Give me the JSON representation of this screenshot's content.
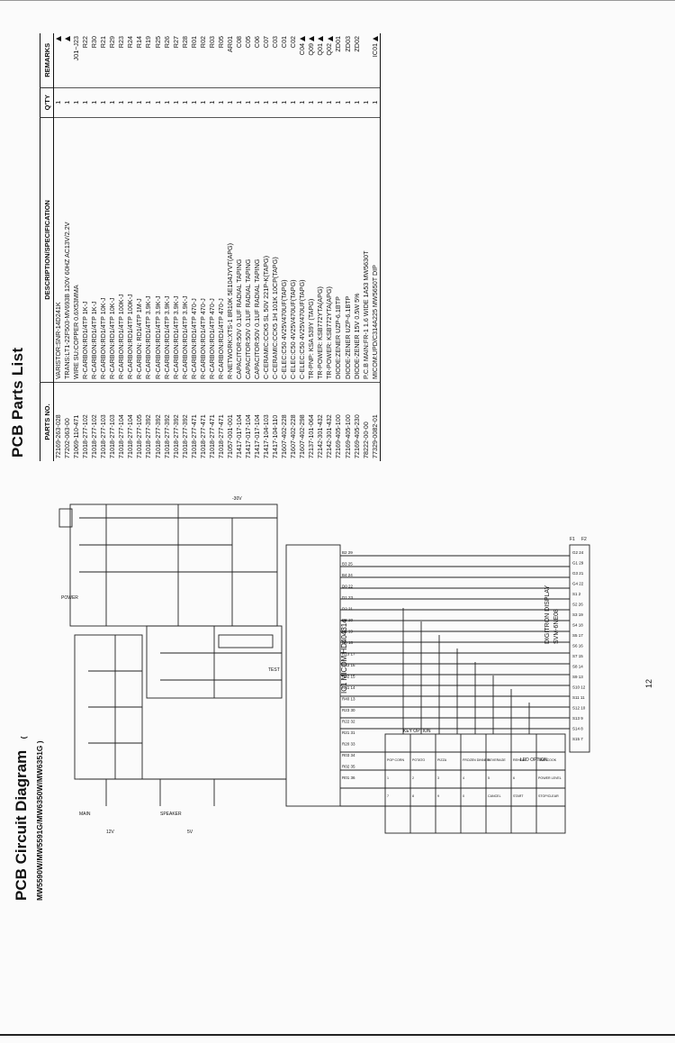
{
  "parts_list": {
    "title": "PCB Parts List",
    "headers": [
      "PARTS NO.",
      "DESCRIPTION/SPECIFICATION",
      "Q'TY",
      "REMARKS"
    ],
    "rows": [
      {
        "no": "72169-263-028",
        "desc": "VARISTOR:SNR-14D241K",
        "qty": "1",
        "rem": "",
        "mark": true
      },
      {
        "no": "77202-063-00",
        "desc": "TRANS:LT1-22F503-MV693B 120V 60HZ AC13V/2.2V",
        "qty": "1",
        "rem": "",
        "mark": true
      },
      {
        "no": "71069-110-471",
        "desc": "WIRE SU:COPPER 0.6X53MMA",
        "qty": "1",
        "rem": "J01~J23",
        "mark": false
      },
      {
        "no": "71018-277-102",
        "desc": "R-CARBON:RD1/4TP 1K-J",
        "qty": "1",
        "rem": "R22",
        "mark": false
      },
      {
        "no": "71018-277-102",
        "desc": "R-CARBON:RD1/4TP 1K-J",
        "qty": "1",
        "rem": "R30",
        "mark": false
      },
      {
        "no": "71018-277-103",
        "desc": "R-CARBON:RD1/4TP 10K-J",
        "qty": "1",
        "rem": "R21",
        "mark": false
      },
      {
        "no": "71018-277-103",
        "desc": "R-CARBON:RD1/4TP 10K-J",
        "qty": "1",
        "rem": "R29",
        "mark": false
      },
      {
        "no": "71018-277-104",
        "desc": "R-CARBON:RD1/4TP 100K-J",
        "qty": "1",
        "rem": "R23",
        "mark": false
      },
      {
        "no": "71018-277-104",
        "desc": "R-CARBON:RD1/4TP 100K-J",
        "qty": "1",
        "rem": "R24",
        "mark": false
      },
      {
        "no": "71018-277-105",
        "desc": "R-CARBON: RD1/4TP 1M-J",
        "qty": "1",
        "rem": "R14",
        "mark": false
      },
      {
        "no": "71018-277-392",
        "desc": "R-CARBON:RD1/4TP 3.9K-J",
        "qty": "1",
        "rem": "R19",
        "mark": false
      },
      {
        "no": "71018-277-392",
        "desc": "R-CARBON:RD1/4TP 3.9K-J",
        "qty": "1",
        "rem": "R25",
        "mark": false
      },
      {
        "no": "71018-277-392",
        "desc": "R-CARBON:RD1/4TP 3.9K-J",
        "qty": "1",
        "rem": "R26",
        "mark": false
      },
      {
        "no": "71018-277-392",
        "desc": "R-CARBON:RD1/4TP 3.9K-J",
        "qty": "1",
        "rem": "R27",
        "mark": false
      },
      {
        "no": "71018-277-392",
        "desc": "R-CARBON:RD1/4TP 3.9K-J",
        "qty": "1",
        "rem": "R28",
        "mark": false
      },
      {
        "no": "71018-277-471",
        "desc": "R-CARBON:RD1/4TP 470-J",
        "qty": "1",
        "rem": "R01",
        "mark": false
      },
      {
        "no": "71018-277-471",
        "desc": "R-CARBON:RD1/4TP 470-J",
        "qty": "1",
        "rem": "R02",
        "mark": false
      },
      {
        "no": "71018-277-471",
        "desc": "R-CARBON:RD1/4TP 470-J",
        "qty": "1",
        "rem": "R03",
        "mark": false
      },
      {
        "no": "71018-277-471",
        "desc": "R-CARBON:RD1/4TP 470-J",
        "qty": "1",
        "rem": "R05",
        "mark": false
      },
      {
        "no": "71057-001-001",
        "desc": "R-NETWORK:XTS-1 8R10K 5E104JYVT(APG)",
        "qty": "1",
        "rem": "AR01",
        "mark": false
      },
      {
        "no": "71417-017-104",
        "desc": "CAPACITOR:50V 0.1UF RADIAL TAPING",
        "qty": "1",
        "rem": "C08",
        "mark": false
      },
      {
        "no": "71417-017-104",
        "desc": "CAPACITOR:50V 0.1UF RADIAL TAPING",
        "qty": "1",
        "rem": "C05",
        "mark": false
      },
      {
        "no": "71417-017-104",
        "desc": "CAPACITOR:50V 0.1UF RADIAL TAPING",
        "qty": "1",
        "rem": "C06",
        "mark": false
      },
      {
        "no": "71417-104-103",
        "desc": "C-CERAMIC:CCK5 SL 50V 221P-K(TAPG)",
        "qty": "1",
        "rem": "C07",
        "mark": false
      },
      {
        "no": "71417-104-110",
        "desc": "C-CERAMIC:CCK5 1H 101K 10CP(TAPG)",
        "qty": "1",
        "rem": "C03",
        "mark": false
      },
      {
        "no": "71607-402-228",
        "desc": "C-ELEC:C50 4V25V470UF(TAPG)",
        "qty": "1",
        "rem": "C01",
        "mark": false
      },
      {
        "no": "71607-402-228",
        "desc": "C-ELEC:C50 4V25V470UF(TAPG)",
        "qty": "1",
        "rem": "C02",
        "mark": false
      },
      {
        "no": "71607-402-298",
        "desc": "C-ELEC:C50 4V25V470UF(TAPG)",
        "qty": "1",
        "rem": "C04",
        "mark": true
      },
      {
        "no": "72137-101-064",
        "desc": "TR-PNP: KSA 539Y (TAPG)",
        "qty": "1",
        "rem": "Q09",
        "mark": true
      },
      {
        "no": "72142-301-432",
        "desc": "TR-POWER: KSB772YTA(APG)",
        "qty": "1",
        "rem": "Q01",
        "mark": true
      },
      {
        "no": "72142-301-432",
        "desc": "TR-POWER: KSB772YTA(APG)",
        "qty": "1",
        "rem": "Q02",
        "mark": true
      },
      {
        "no": "72169-405-100",
        "desc": "DIODE:ZENER UZP-6.1BTP",
        "qty": "1",
        "rem": "ZD01",
        "mark": false
      },
      {
        "no": "72169-405-100",
        "desc": "DIODE-ZENER UZP-6.1BTP",
        "qty": "1",
        "rem": "ZD03",
        "mark": false
      },
      {
        "no": "72169-405-230",
        "desc": "DIODE-ZENER 15V 0.5W 5%",
        "qty": "1",
        "rem": "ZD02",
        "mark": false
      },
      {
        "no": "78222-00-00",
        "desc": "P.C.B MAIN:FR-1 1.6 WIDE 1A53 MW5630T",
        "qty": "1",
        "rem": "",
        "mark": false
      },
      {
        "no": "77329-0082-01",
        "desc": "MICOM:UPD/C314A225 MW5650T DIP",
        "qty": "1",
        "rem": "IC01",
        "mark": true
      }
    ]
  },
  "circuit": {
    "title": "PCB Circuit Diagram",
    "models": "( MW5590W/MW5591G/MW6350W/MW6351G )",
    "ic_label": "IC1  MICOM  HD404314",
    "display_label": "DIGITRON DISPLAY",
    "display_model": "SVM-6NE08",
    "key_option": "KEY OPTION",
    "ic_pins": [
      "B2 29",
      "B3 25",
      "B4 24",
      "D0 22",
      "D1 23",
      "D2 21",
      "D3 20",
      "R1 19",
      "R0 18",
      "R13 17",
      "R43 16",
      "R42 15",
      "R41 14",
      "R40 13",
      "R23 30",
      "R22 32",
      "R21 31",
      "R20 33",
      "R03 34",
      "R02 35",
      "R01 36"
    ],
    "display_pins": [
      "G2 24",
      "G1 29",
      "G3 21",
      "G4 22",
      "S1 2",
      "S2 26",
      "S3 19",
      "S4 18",
      "S5 17",
      "S6 16",
      "S7 15",
      "S8 14",
      "S9 13",
      "S10 12",
      "S11 11",
      "S12 10",
      "S13 9",
      "S14 8",
      "S15 7"
    ],
    "keypad_rows": [
      [
        "POP CORN",
        "POTATO",
        "PIZZA",
        "FROZEN DINNER",
        "BEVERAGE",
        "REHEAT",
        "TIME COOK"
      ],
      [
        "1",
        "2",
        "3",
        "4",
        "5",
        "6",
        "POWER LEVEL"
      ],
      [
        "7",
        "8",
        "9",
        "0",
        "CANCEL",
        "START",
        "STOP/CLEAR"
      ]
    ],
    "labels": [
      "POWER",
      "MAIN",
      "SPEAKER",
      "TEST",
      "12V",
      "5V",
      "-30V",
      "F1",
      "F2",
      "LED OPTION"
    ]
  },
  "page_number": "12"
}
